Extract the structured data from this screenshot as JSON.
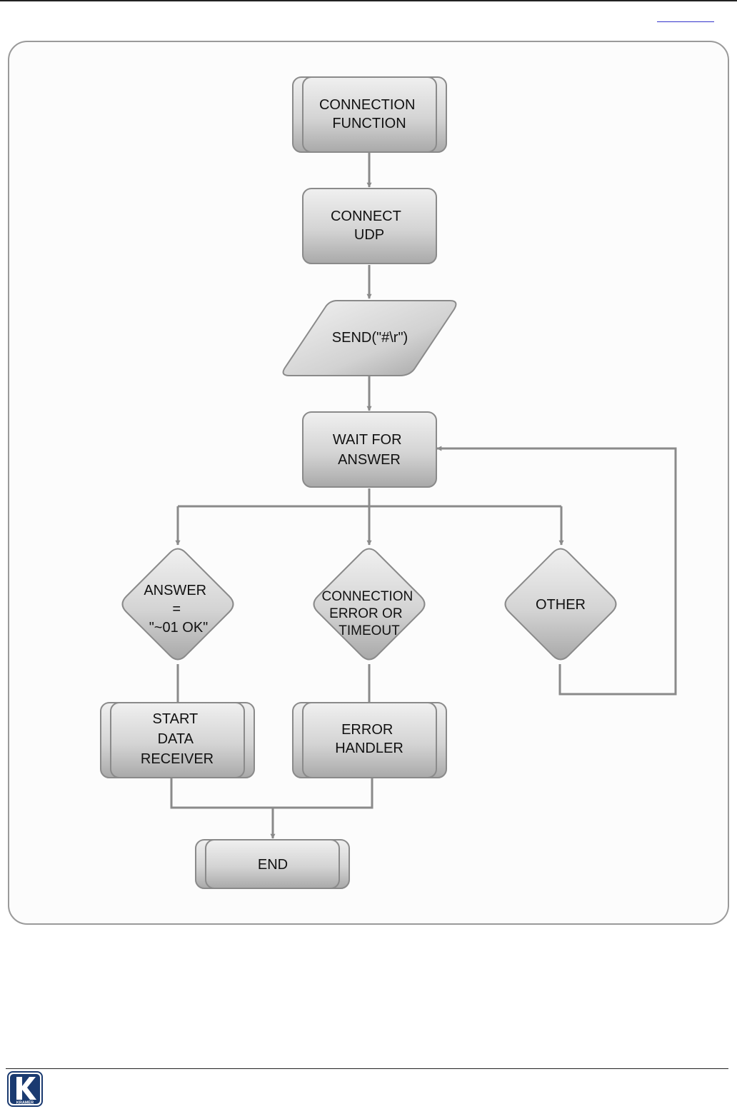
{
  "diagram": {
    "nodes": {
      "connection_function": {
        "lines": [
          "CONNECTION",
          "FUNCTION"
        ]
      },
      "connect_udp": {
        "lines": [
          "CONNECT",
          "UDP"
        ]
      },
      "send": {
        "lines": [
          "SEND(\"#\\r\")"
        ]
      },
      "wait_for_answer": {
        "lines": [
          "WAIT FOR",
          "ANSWER"
        ]
      },
      "answer_ok": {
        "lines": [
          "ANSWER",
          "=",
          "\"~01 OK\""
        ]
      },
      "connection_error": {
        "lines": [
          "CONNECTION",
          "ERROR OR",
          "TIMEOUT"
        ]
      },
      "other": {
        "lines": [
          "OTHER"
        ]
      },
      "start_data_receiver": {
        "lines": [
          "START",
          "DATA",
          "RECEIVER"
        ]
      },
      "error_handler": {
        "lines": [
          "ERROR",
          "HANDLER"
        ]
      },
      "end": {
        "lines": [
          "END"
        ]
      }
    },
    "colors": {
      "line": "#8a8a8a",
      "shape_light": "#efefef",
      "shape_dark": "#a8a8a8",
      "panel_border": "#9a9a9a",
      "panel_fill": "#fcfcfc"
    }
  },
  "footer": {
    "logo_text": "KRAMER"
  }
}
